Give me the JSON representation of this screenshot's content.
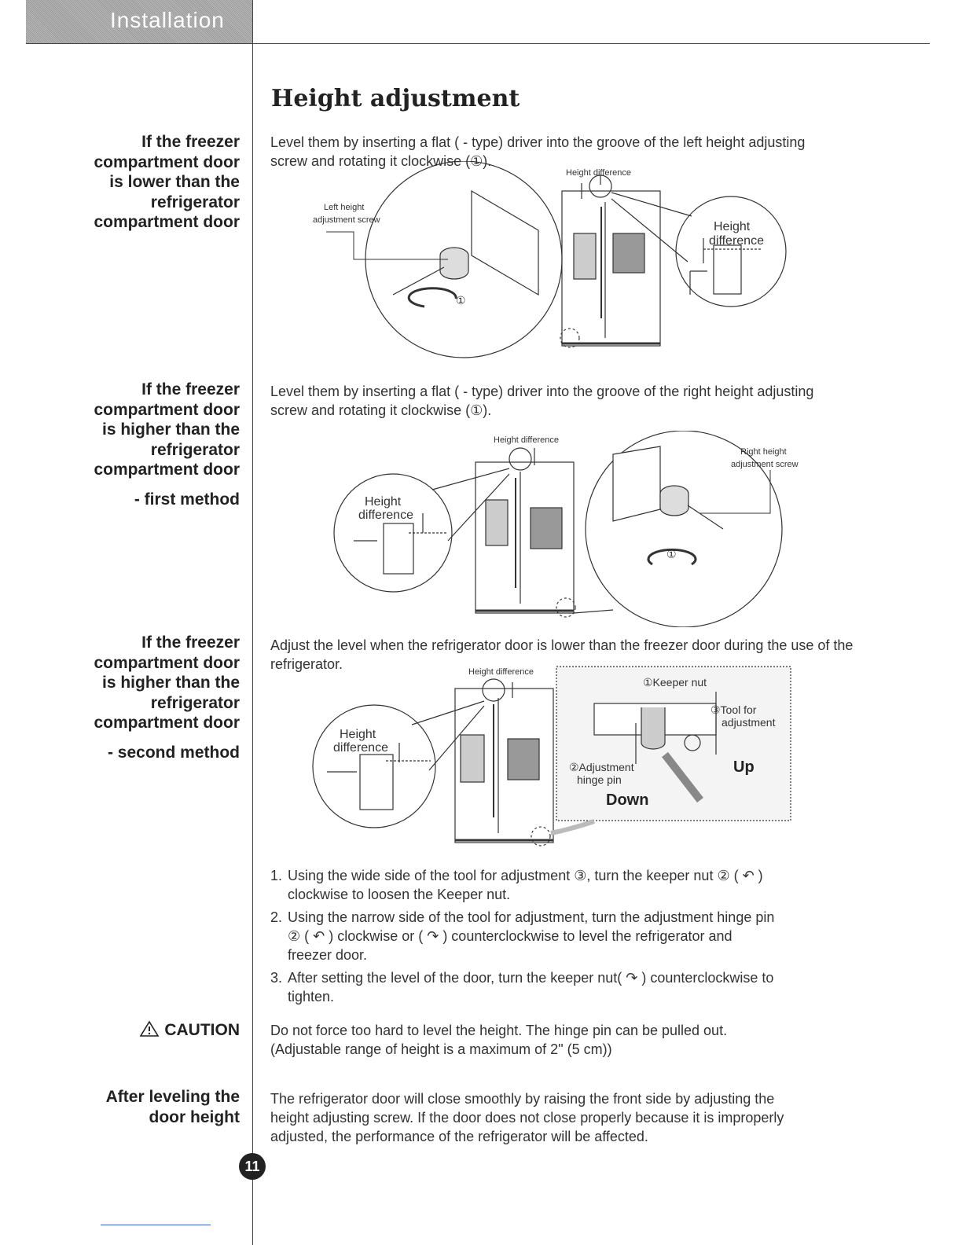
{
  "header": {
    "section_tab": "Installation"
  },
  "page": {
    "title": "Height adjustment",
    "page_number": "11"
  },
  "sections": [
    {
      "side_label": [
        "If the freezer",
        "compartment door",
        "is lower than the",
        "refrigerator",
        "compartment door"
      ],
      "text": "Level them by inserting a flat ( - type) driver into the groove of the left height adjusting screw and rotating it clockwise (①).",
      "figure": {
        "height_difference_top": "Height difference",
        "screw_label": [
          "Left height",
          "adjustment screw"
        ],
        "inset_label": [
          "Height",
          "difference"
        ],
        "step": "①"
      }
    },
    {
      "side_label": [
        "If the freezer",
        "compartment door",
        "is higher than the",
        "refrigerator",
        "compartment door"
      ],
      "method": "- first method",
      "text": "Level them by inserting a flat ( - type) driver into the groove of the right height adjusting screw and rotating it clockwise (①).",
      "figure": {
        "height_difference_top": "Height difference",
        "screw_label": [
          "Right height",
          "adjustment screw"
        ],
        "inset_label": [
          "Height",
          "difference"
        ],
        "step": "①"
      }
    },
    {
      "side_label": [
        "If the freezer",
        "compartment door",
        "is higher than the",
        "refrigerator",
        "compartment door"
      ],
      "method": "- second method",
      "text": "Adjust the level when the refrigerator door is lower than the freezer door during the use of the refrigerator.",
      "figure": {
        "height_difference_top": "Height difference",
        "inset_label": [
          "Height",
          "difference"
        ],
        "keeper_nut": "①Keeper nut",
        "tool": [
          "③Tool for",
          "adjustment"
        ],
        "hinge": [
          "②Adjustment",
          "hinge pin"
        ],
        "up": "Up",
        "down": "Down"
      }
    }
  ],
  "steps": [
    {
      "num": "1.",
      "lines": [
        "Using the wide side of the tool for adjustment ③, turn the keeper nut ② ( ↶ )",
        "clockwise to loosen the Keeper nut."
      ]
    },
    {
      "num": "2.",
      "lines": [
        "Using the narrow side of the tool for adjustment, turn the adjustment hinge pin",
        "② ( ↶ ) clockwise or ( ↷ ) counterclockwise to level the refrigerator and",
        "freezer door."
      ]
    },
    {
      "num": "3.",
      "lines": [
        "After setting the level of the door, turn the keeper nut( ↷ ) counterclockwise to",
        "tighten."
      ]
    }
  ],
  "caution": {
    "label": "CAUTION",
    "lines": [
      "Do not force too hard to level the height. The hinge pin can be pulled out.",
      "(Adjustable range of height is a maximum of 2\" (5 cm))"
    ]
  },
  "after": {
    "side_label": [
      "After leveling the",
      "door height"
    ],
    "lines": [
      "The refrigerator door will close smoothly by raising the front side by adjusting the",
      "height adjusting screw. If the door does not close properly because it is improperly",
      "adjusted, the performance of the refrigerator will be affected."
    ]
  }
}
